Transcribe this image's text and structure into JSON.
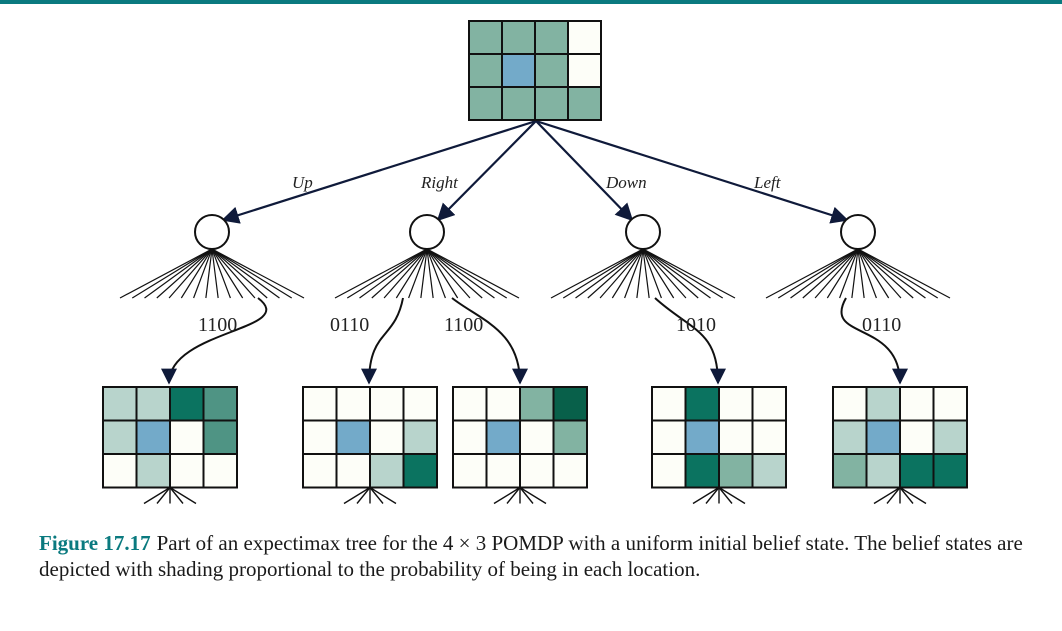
{
  "colors": {
    "topbar": "#0a7a7f",
    "figure_label": "#0a7a7f",
    "agent_cell": "#73aac9",
    "grid_line": "#111111",
    "shades": {
      "0": "#fdfef8",
      "1": "#b8d4cc",
      "2": "#82b3a2",
      "3": "#4f9484",
      "4": "#0b7360",
      "5": "#08604a",
      "a": "#73aac9"
    }
  },
  "root": {
    "grid": [
      "2220",
      "2a20",
      "2222"
    ]
  },
  "actions": [
    "Up",
    "Right",
    "Down",
    "Left"
  ],
  "observations": [
    "1100",
    "0110",
    "1100",
    "1010",
    "0110"
  ],
  "leaves": [
    {
      "grid": [
        "1143",
        "1a03",
        "0100"
      ]
    },
    {
      "grid": [
        "0000",
        "0a01",
        "0014"
      ]
    },
    {
      "grid": [
        "0025",
        "0a02",
        "0000"
      ]
    },
    {
      "grid": [
        "0400",
        "0a00",
        "0421"
      ]
    },
    {
      "grid": [
        "0100",
        "1a01",
        "2144"
      ]
    }
  ],
  "caption": {
    "label": "Figure 17.17",
    "text": "Part of an expectimax tree for the 4 × 3 POMDP with a uniform initial belief state. The belief states are depicted with shading proportional to the probability of being in each location."
  }
}
